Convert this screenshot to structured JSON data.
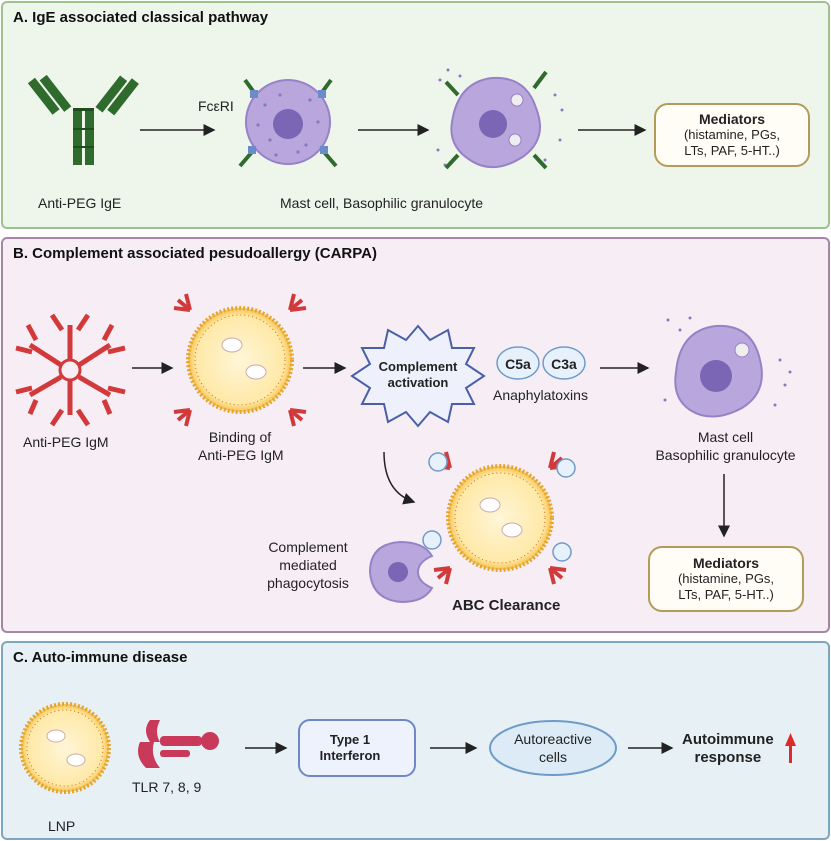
{
  "panel_a": {
    "title": "A. IgE associated classical pathway",
    "antibody_label": "Anti-PEG IgE",
    "receptor_label": "FcεRI",
    "cell_label": "Mast cell, Basophilic granulocyte",
    "mediators_title": "Mediators",
    "mediators_line1": "(histamine, PGs,",
    "mediators_line2": "LTs, PAF, 5-HT..)"
  },
  "panel_b": {
    "title": "B. Complement associated pesudoallergy  (CARPA)",
    "igm_label": "Anti-PEG IgM",
    "binding_line1": "Binding of",
    "binding_line2": "Anti-PEG IgM",
    "complement_line1": "Complement",
    "complement_line2": "activation",
    "c5a": "C5a",
    "c3a": "C3a",
    "anaphylatoxins": "Anaphylatoxins",
    "cell_line1": "Mast cell",
    "cell_line2": "Basophilic granulocyte",
    "phago_line1": "Complement",
    "phago_line2": "mediated",
    "phago_line3": "phagocytosis",
    "abc_label": "ABC Clearance",
    "mediators_title": "Mediators",
    "mediators_line1": "(histamine, PGs,",
    "mediators_line2": "LTs, PAF, 5-HT..)"
  },
  "panel_c": {
    "title": "C. Auto-immune disease",
    "lnp_label": "LNP",
    "tlr_label": "TLR 7, 8, 9",
    "ifn_line1": "Type 1",
    "ifn_line2": "Interferon",
    "auto_line1": "Autoreactive",
    "auto_line2": "cells",
    "resp_line1": "Autoimmune",
    "resp_line2": "response"
  },
  "colors": {
    "antibody_green": "#2f6b2c",
    "antibody_red": "#d2393b",
    "cell_purple": "#b9a6dc",
    "nucleus": "#7a66b5",
    "up_arrow": "#e02a2a"
  }
}
